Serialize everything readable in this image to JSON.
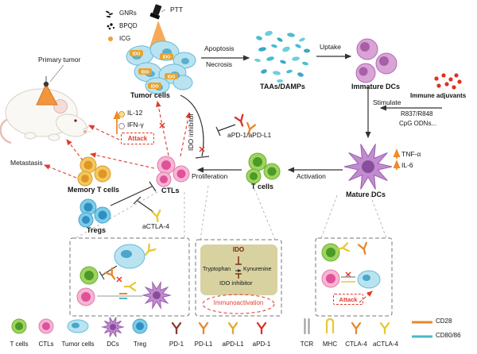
{
  "top_legend": {
    "gnrs": "GNRs",
    "bpqd": "BPQD",
    "icg": "ICG",
    "ptt": "PTT"
  },
  "main": {
    "primary_tumor": "Primary tumor",
    "tumor_cells": "Tumor cells",
    "ido": "IDO",
    "apoptosis": "Apoptosis",
    "necrosis": "Necrosis",
    "taas_damps": "TAAs/DAMPs",
    "uptake": "Uptake",
    "immature_dcs": "Immature DCs",
    "immune_adjuvants": "Immune adjuvants",
    "stimulate": "Stimulate",
    "adjuvant_line1": "R837/R848",
    "adjuvant_line2": "CpG ODNs...",
    "mature_dcs": "Mature DCs",
    "tnf_alpha": "TNF-α",
    "il_6": "IL-6",
    "t_cells": "T cells",
    "activation": "Activation",
    "proliferation": "Proliferation",
    "ctls": "CTLs",
    "ido_inhibitor": "IDO inhibitor",
    "apd1_apdl1": "aPD-1/aPD-L1",
    "il_12": "IL-12",
    "ifn_gamma": "IFN-γ",
    "attack": "Attack",
    "memory_t_cells": "Memory T cells",
    "metastasis": "Metastasis",
    "tregs": "Tregs",
    "actla4": "aCTLA-4"
  },
  "mechanism_box": {
    "ido": "IDO",
    "tryptophan": "Tryptophan",
    "kynurenine": "Kynurenine",
    "ido_inhibitor": "IDO inhibitor",
    "immunoactivation": "Immunoactivation"
  },
  "attack_box": {
    "attack": "Attack"
  },
  "bottom_legend": {
    "items": [
      {
        "label": "T cells"
      },
      {
        "label": "CTLs"
      },
      {
        "label": "Tumor cells"
      },
      {
        "label": "DCs"
      },
      {
        "label": "Treg"
      },
      {
        "label": "PD-1"
      },
      {
        "label": "PD-L1"
      },
      {
        "label": "aPD-L1"
      },
      {
        "label": "aPD-1"
      },
      {
        "label": "TCR"
      },
      {
        "label": "MHC"
      },
      {
        "label": "CTLA-4"
      },
      {
        "label": "aCTLA-4"
      },
      {
        "label": "CD28"
      },
      {
        "label": "CD80/86"
      }
    ]
  },
  "colors": {
    "t_cell": "#9ed45e",
    "ctl": "#f6b6d2",
    "tumor_cell": "#b9e3f0",
    "dc": "#c18ccf",
    "treg": "#7ecbe8",
    "memory_t": "#f3c95c",
    "pd1": "#8a3a2a",
    "pdl1": "#e8872a",
    "apdl1": "#e0a82a",
    "apd1": "#d93226",
    "tcr": "#a0a0a0",
    "mhc": "#e8c832",
    "ctla4": "#e8872a",
    "actla4": "#e8c832",
    "cd28": "#e8872a",
    "cd80_86": "#4ab8c8",
    "ido_badge": "#e8a32f",
    "attack_red": "#e03a2a",
    "adjuvant": "#e03020",
    "beam": "#f59b3c"
  }
}
